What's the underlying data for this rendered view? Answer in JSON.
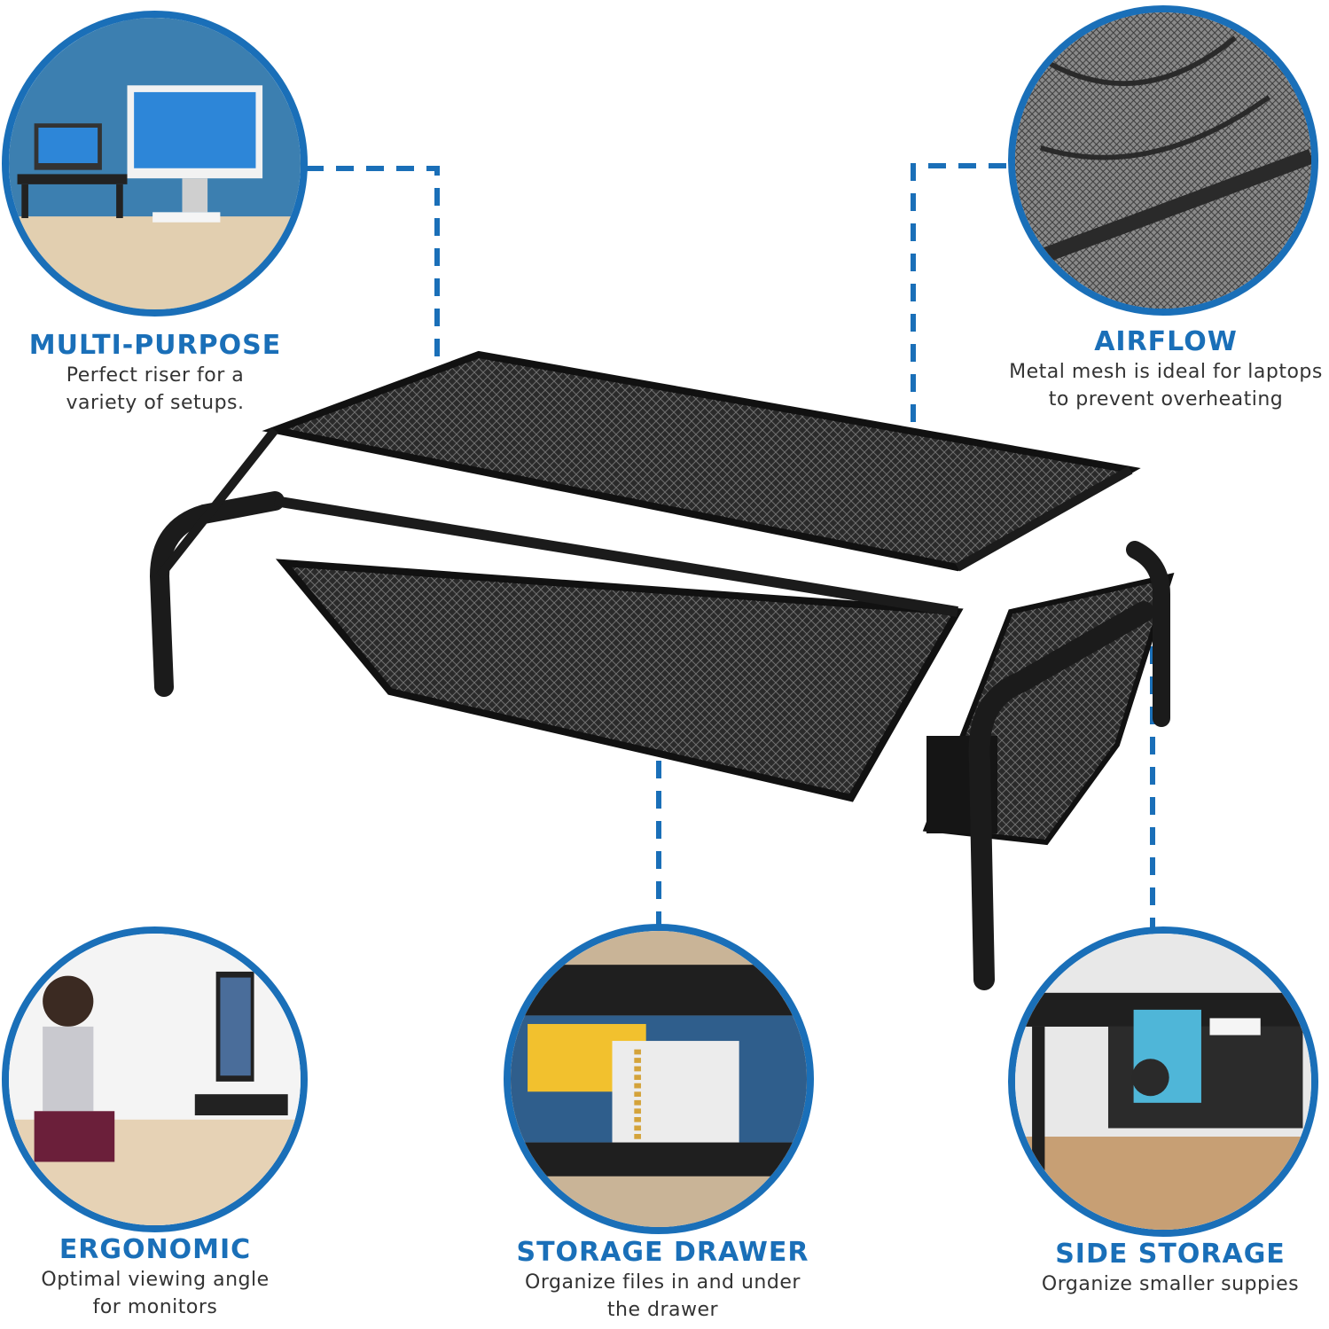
{
  "colors": {
    "accent": "#1a6fb8",
    "text": "#333333",
    "product": "#1b1b1b"
  },
  "features": {
    "multi_purpose": {
      "title": "MULTI-PURPOSE",
      "desc_line1": "Perfect riser for a",
      "desc_line2": "variety of setups."
    },
    "airflow": {
      "title": "AIRFLOW",
      "desc_line1": "Metal mesh is ideal for laptops",
      "desc_line2": "to prevent overheating"
    },
    "ergonomic": {
      "title": "ERGONOMIC",
      "desc_line1": "Optimal viewing angle",
      "desc_line2": "for monitors"
    },
    "storage_drawer": {
      "title": "STORAGE DRAWER",
      "desc_line1": "Organize files in and under",
      "desc_line2": "the drawer"
    },
    "side_storage": {
      "title": "SIDE STORAGE",
      "desc_line1": "Organize smaller suppies"
    }
  }
}
